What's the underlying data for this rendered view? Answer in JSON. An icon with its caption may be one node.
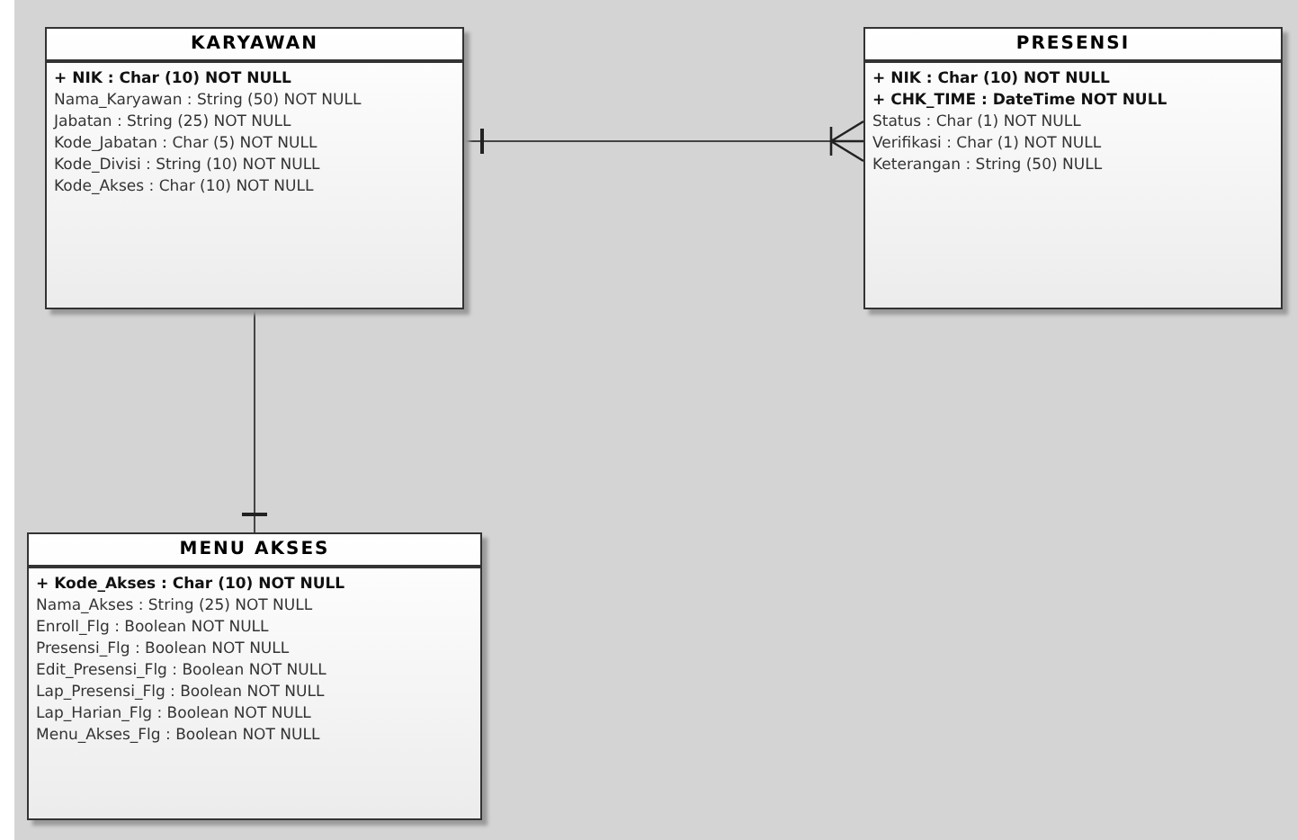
{
  "diagram": {
    "nodes": [
      {
        "text": [
          "KARYAWAN",
          "+ NIK : Char (10) NOT NULL",
          "Nama_Karyawan : String (50) NOT NULL",
          "Jabatan : String (25) NOT NULL",
          "Kode_Jabatan : Char (5) NOT NULL",
          "Kode_Divisi : String (10) NOT NULL",
          "Kode_Akses : Char (10) NOT NULL"
        ]
      },
      {
        "text": [
          "PRESENSI",
          "+ NIK : Char (10) NOT NULL",
          "+ CHK_TIME : DateTime NOT NULL",
          "Status : Char (1) NOT NULL",
          "Verifikasi : Char (1) NOT NULL",
          "Keterangan : String (50) NULL"
        ]
      },
      {
        "text": [
          "MENU AKSES",
          "+ Kode_Akses : Char (10) NOT NULL",
          "Nama_Akses : String (25) NOT NULL",
          "Enroll_Flg : Boolean NOT NULL",
          "Presensi_Flg : Boolean NOT NULL",
          "Edit_Presensi_Flg : Boolean NOT NULL",
          "Lap_Presensi_Flg : Boolean NOT NULL",
          "Lap_Harian_Flg : Boolean NOT NULL",
          "Menu_Akses_Flg : Boolean NOT NULL"
        ]
      }
    ],
    "edges": [
      {
        "from": 0,
        "to": 1,
        "arrow": "other"
      },
      {
        "from": 0,
        "to": 2,
        "arrow": "other"
      }
    ]
  }
}
